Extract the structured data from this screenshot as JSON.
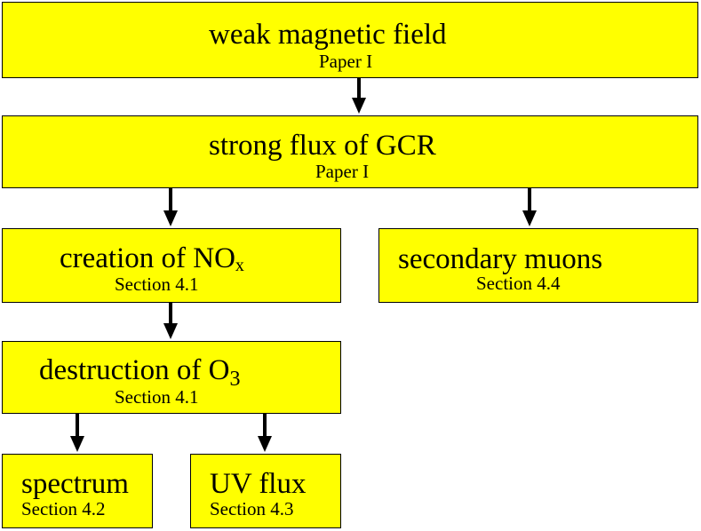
{
  "nodes": {
    "weak_field": {
      "title": "weak magnetic field",
      "ref": "Paper I"
    },
    "gcr_flux": {
      "title": "strong flux of GCR",
      "ref": "Paper I"
    },
    "nox": {
      "title_main": "creation of NO",
      "title_sub": "x",
      "ref": "Section 4.1"
    },
    "muons": {
      "title": "secondary muons",
      "ref": "Section 4.4"
    },
    "ozone": {
      "title_main": "destruction of O",
      "title_sub": "3",
      "ref": "Section 4.1"
    },
    "spectrum": {
      "title": "spectrum",
      "ref": "Section 4.2"
    },
    "uv_flux": {
      "title": "UV flux",
      "ref": "Section 4.3"
    }
  },
  "colors": {
    "box_fill": "#ffff00",
    "border": "#000000",
    "arrow": "#000000"
  }
}
